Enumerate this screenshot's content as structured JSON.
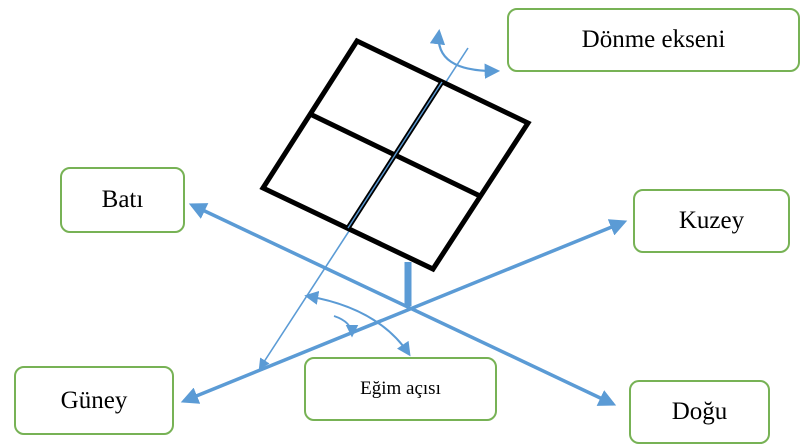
{
  "labels": {
    "rotation_axis": "Dönme ekseni",
    "west": "Batı",
    "north": "Kuzey",
    "south": "Güney",
    "tilt_angle": "Eğim açısı",
    "east": "Doğu"
  },
  "colors": {
    "arrow": "#5b9bd5",
    "label_border": "#77b255",
    "panel_stroke": "#000000",
    "background": "#ffffff"
  }
}
